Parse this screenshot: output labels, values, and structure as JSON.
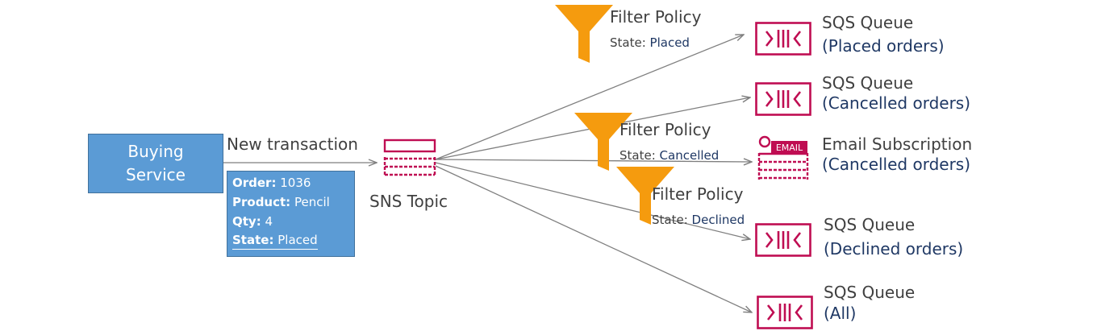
{
  "producer": {
    "label": "Buying Service"
  },
  "transaction": {
    "label": "New transaction",
    "fields": [
      {
        "key": "Order:",
        "value": "1036"
      },
      {
        "key": "Product:",
        "value": "Pencil"
      },
      {
        "key": "Qty:",
        "value": "4"
      },
      {
        "key": "State:",
        "value": "Placed"
      }
    ]
  },
  "topic": {
    "label": "SNS Topic"
  },
  "filters": [
    {
      "title": "Filter Policy",
      "state_key": "State:",
      "state_value": "Placed"
    },
    {
      "title": "Filter Policy",
      "state_key": "State:",
      "state_value": "Cancelled"
    },
    {
      "title": "Filter Policy",
      "state_key": "State:",
      "state_value": "Declined"
    }
  ],
  "subscribers": [
    {
      "title": "SQS Queue",
      "subtitle": "(Placed orders)"
    },
    {
      "title": "SQS Queue",
      "subtitle": "(Cancelled orders)"
    },
    {
      "title": "Email Subscription",
      "subtitle": "(Cancelled orders)",
      "icon_text": "EMAIL"
    },
    {
      "title": "SQS Queue",
      "subtitle": "(Declined orders)"
    },
    {
      "title": "SQS Queue",
      "subtitle": "(All)"
    }
  ],
  "colors": {
    "service_fill": "#5b9bd5",
    "aws_pink": "#bf0d52",
    "filter_orange": "#f59b0e",
    "arrow": "#7f7f7f",
    "highlight_text": "#1f3864"
  }
}
